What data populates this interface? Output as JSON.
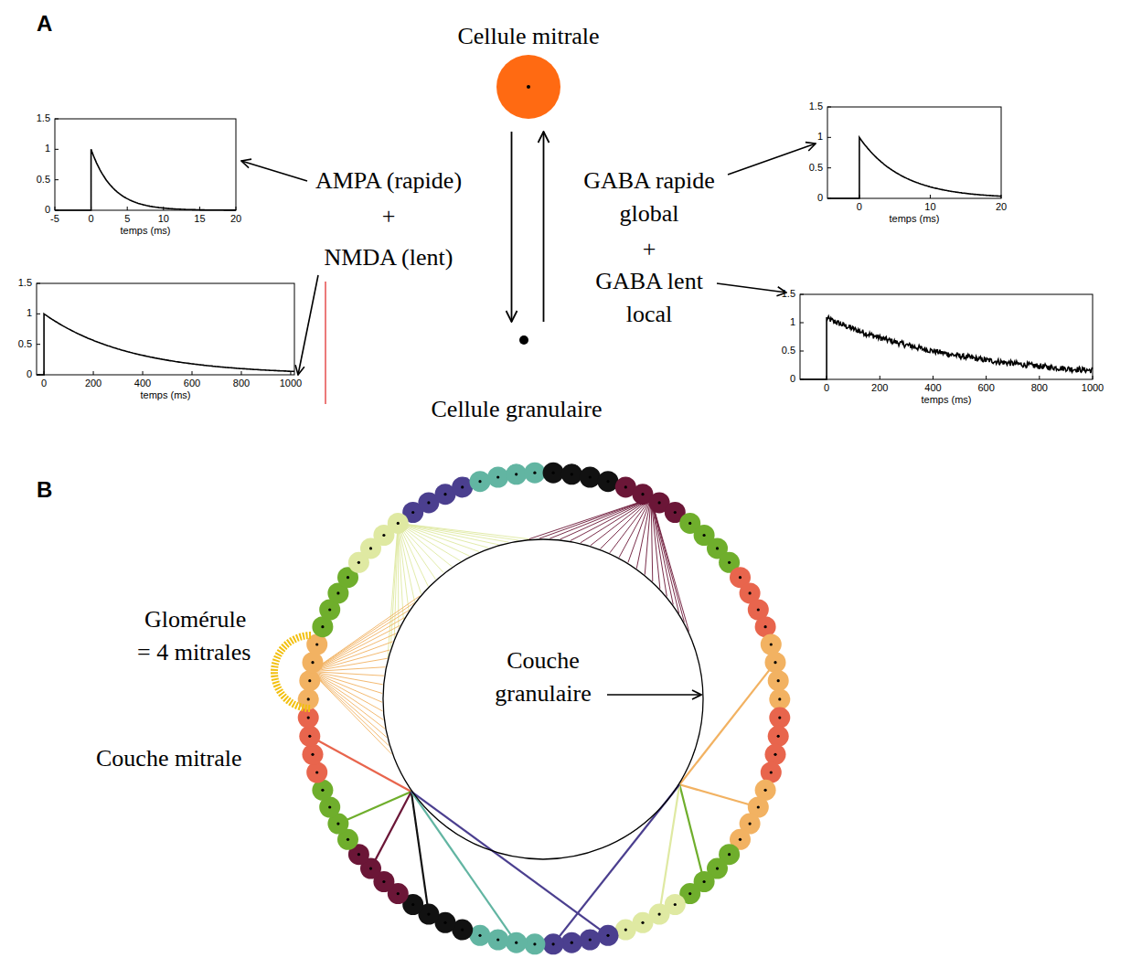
{
  "diagram": {
    "nodes": [
      {
        "text": [
          "Cellule mitrale"
        ]
      },
      {
        "text": [
          "Cellule granulaire"
        ]
      },
      {
        "text": [
          "Couche granulaire"
        ]
      }
    ],
    "edges": [
      {
        "from": 0,
        "to": 1,
        "arrow": "to"
      },
      {
        "from": 1,
        "to": 0,
        "arrow": "to"
      }
    ],
    "labels": [
      "A",
      "AMPA (rapide)",
      "+",
      "NMDA (lent)",
      "GABA rapide global",
      "+",
      "GABA lent local",
      "1.5",
      "1",
      "0.5",
      "0",
      "-5",
      "0",
      "5",
      "10",
      "15",
      "20",
      "temps (ms)",
      "1.5",
      "1",
      "0.5",
      "0",
      "0",
      "200",
      "400",
      "600",
      "800",
      "1000",
      "temps (ms)",
      "1.5",
      "1",
      "0.5",
      "0",
      "0",
      "10",
      "20",
      "temps (ms)",
      "1.5",
      "1",
      "0.5",
      "0",
      "0",
      "200",
      "400",
      "600",
      "800",
      "1000",
      "temps (ms)",
      "B",
      "Glomérule",
      "= 4 mitrales",
      "Couche mitrale"
    ]
  }
}
